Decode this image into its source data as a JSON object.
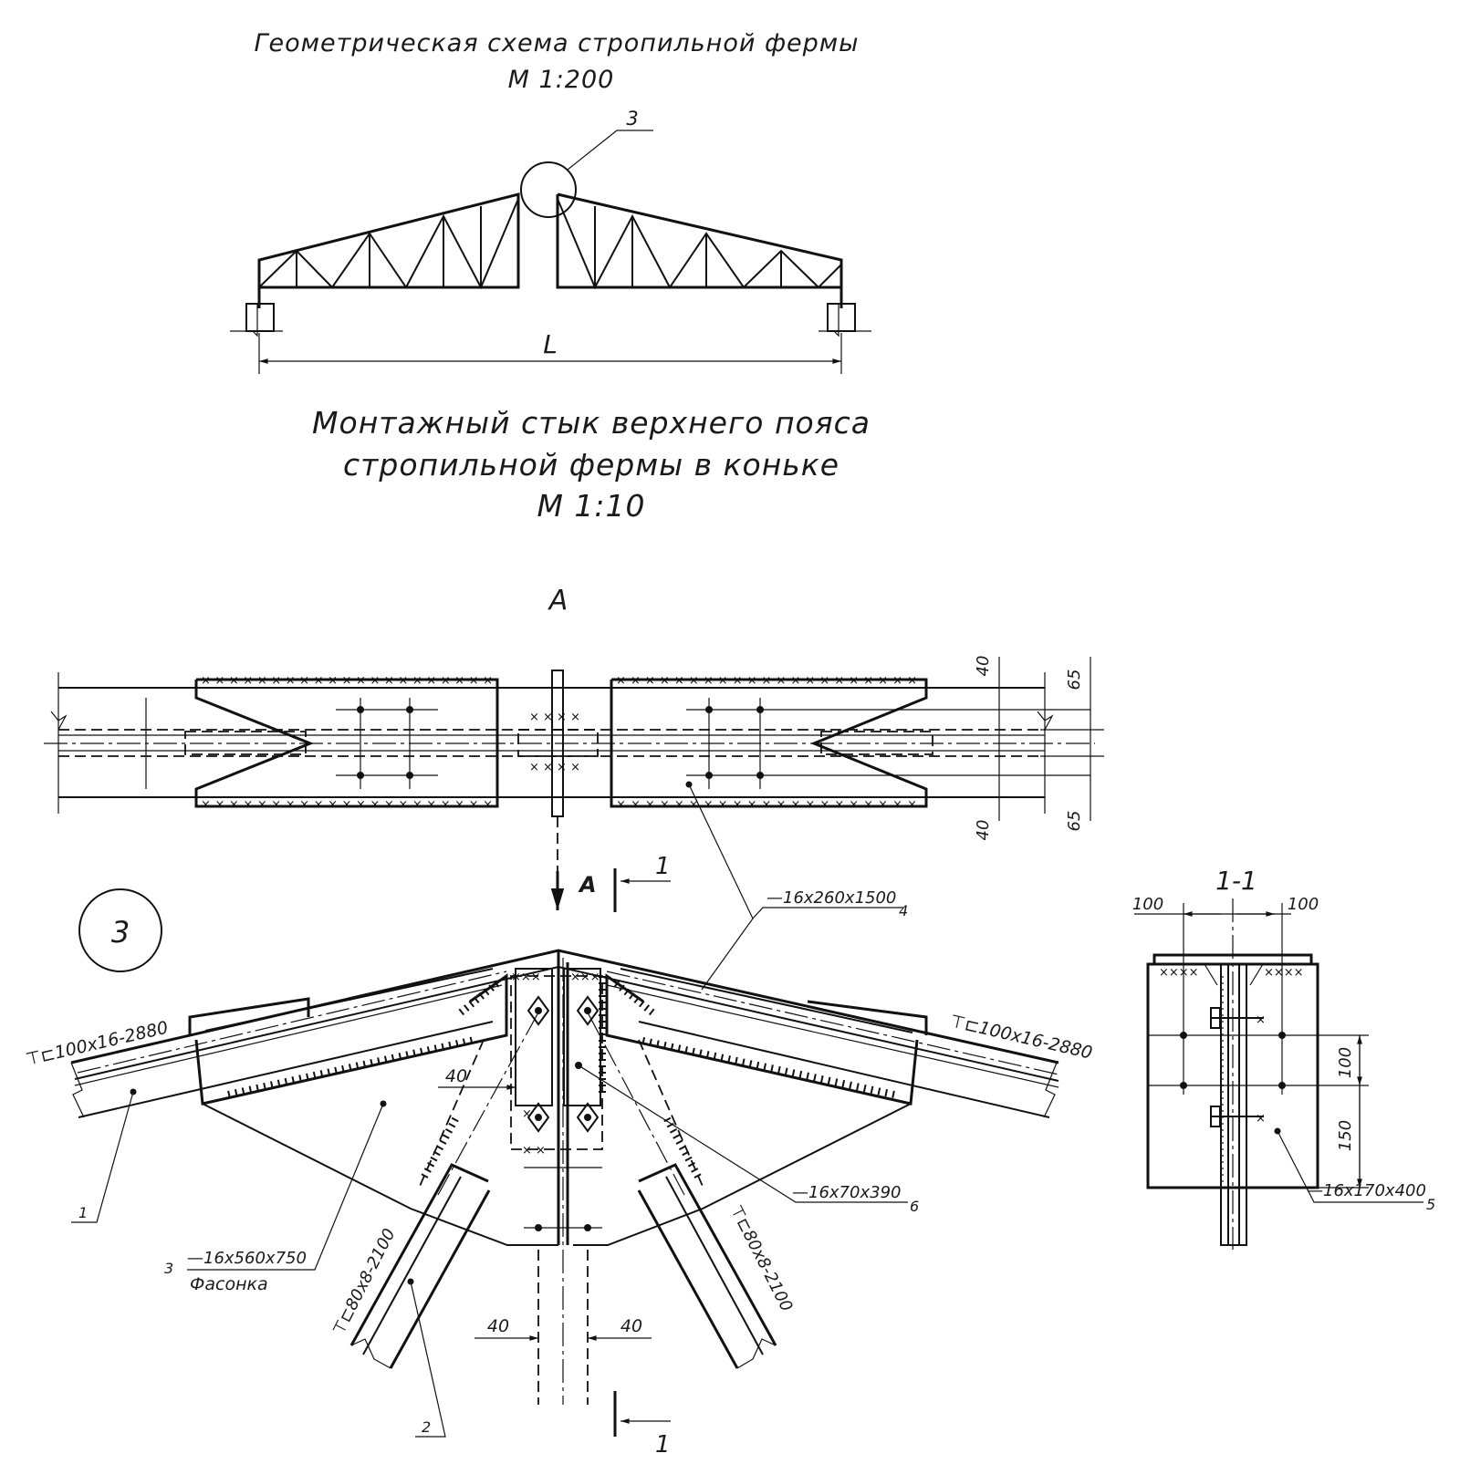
{
  "titles": {
    "scheme_title": "Геометрическая схема стропильной фермы",
    "scheme_scale": "М 1:200",
    "joint_title_line1": "Монтажный стык верхнего пояса",
    "joint_title_line2": "стропильной фермы в коньке",
    "joint_scale": "М 1:10"
  },
  "scheme": {
    "callout_number": "3",
    "span_label": "L"
  },
  "plan_view": {
    "view_letter": "A",
    "dims": {
      "top_inner": "40",
      "top_outer": "65",
      "bottom_inner": "40",
      "bottom_outer": "65"
    },
    "view_arrow_label": "A",
    "section_mark": "1"
  },
  "node": {
    "node_number": "3",
    "plate_4": "—16x260x1500",
    "plate_4_pos": "4",
    "chord_left": "⊤⊏100x16-2880",
    "chord_right": "⊤⊏100x16-2880",
    "chord_pos": "1",
    "gusset": "—16x560x750",
    "gusset_pos": "3",
    "gusset_name": "Фасонка",
    "brace_left": "⊤⊏80x8-2100",
    "brace_right": "⊤⊏80x8-2100",
    "brace_pos": "2",
    "plate_6": "—16x70x390",
    "plate_6_pos": "6",
    "dim_40_mid": "40",
    "dim_40_left": "40",
    "dim_40_right": "40",
    "section_mark_top": "1",
    "section_mark_bottom": "1"
  },
  "section": {
    "title": "1-1",
    "dim_left": "100",
    "dim_right": "100",
    "dim_v1": "100",
    "dim_v2": "150",
    "plate_5": "—16x170x400",
    "plate_5_pos": "5"
  }
}
